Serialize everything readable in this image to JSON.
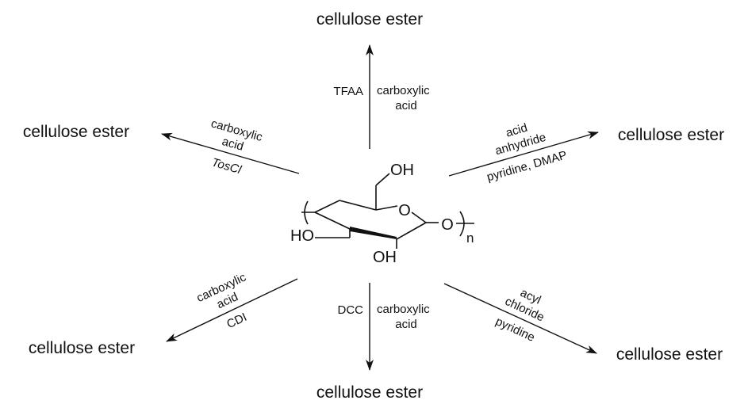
{
  "product": "cellulose ester",
  "routes": {
    "top": {
      "left": [
        "TFAA"
      ],
      "right": [
        "carboxylic",
        "acid"
      ]
    },
    "upper_left": {
      "above": [
        "carboxylic",
        "acid"
      ],
      "below": [
        "TosCl"
      ]
    },
    "upper_right": {
      "above": [
        "acid",
        "anhydride"
      ],
      "below": [
        "pyridine, DMAP"
      ]
    },
    "lower_left": {
      "above": [
        "carboxylic",
        "acid"
      ],
      "below": [
        "CDI"
      ]
    },
    "bottom": {
      "left": [
        "DCC"
      ],
      "right": [
        "carboxylic",
        "acid"
      ]
    },
    "lower_right": {
      "above": [
        "acyl",
        "chloride"
      ],
      "below": [
        "pyridine"
      ]
    }
  },
  "structure": {
    "oh_top": "OH",
    "ring_o": "O",
    "ho_left": "HO",
    "oh_bottom": "OH",
    "link_o": "O",
    "repeat": "n"
  }
}
